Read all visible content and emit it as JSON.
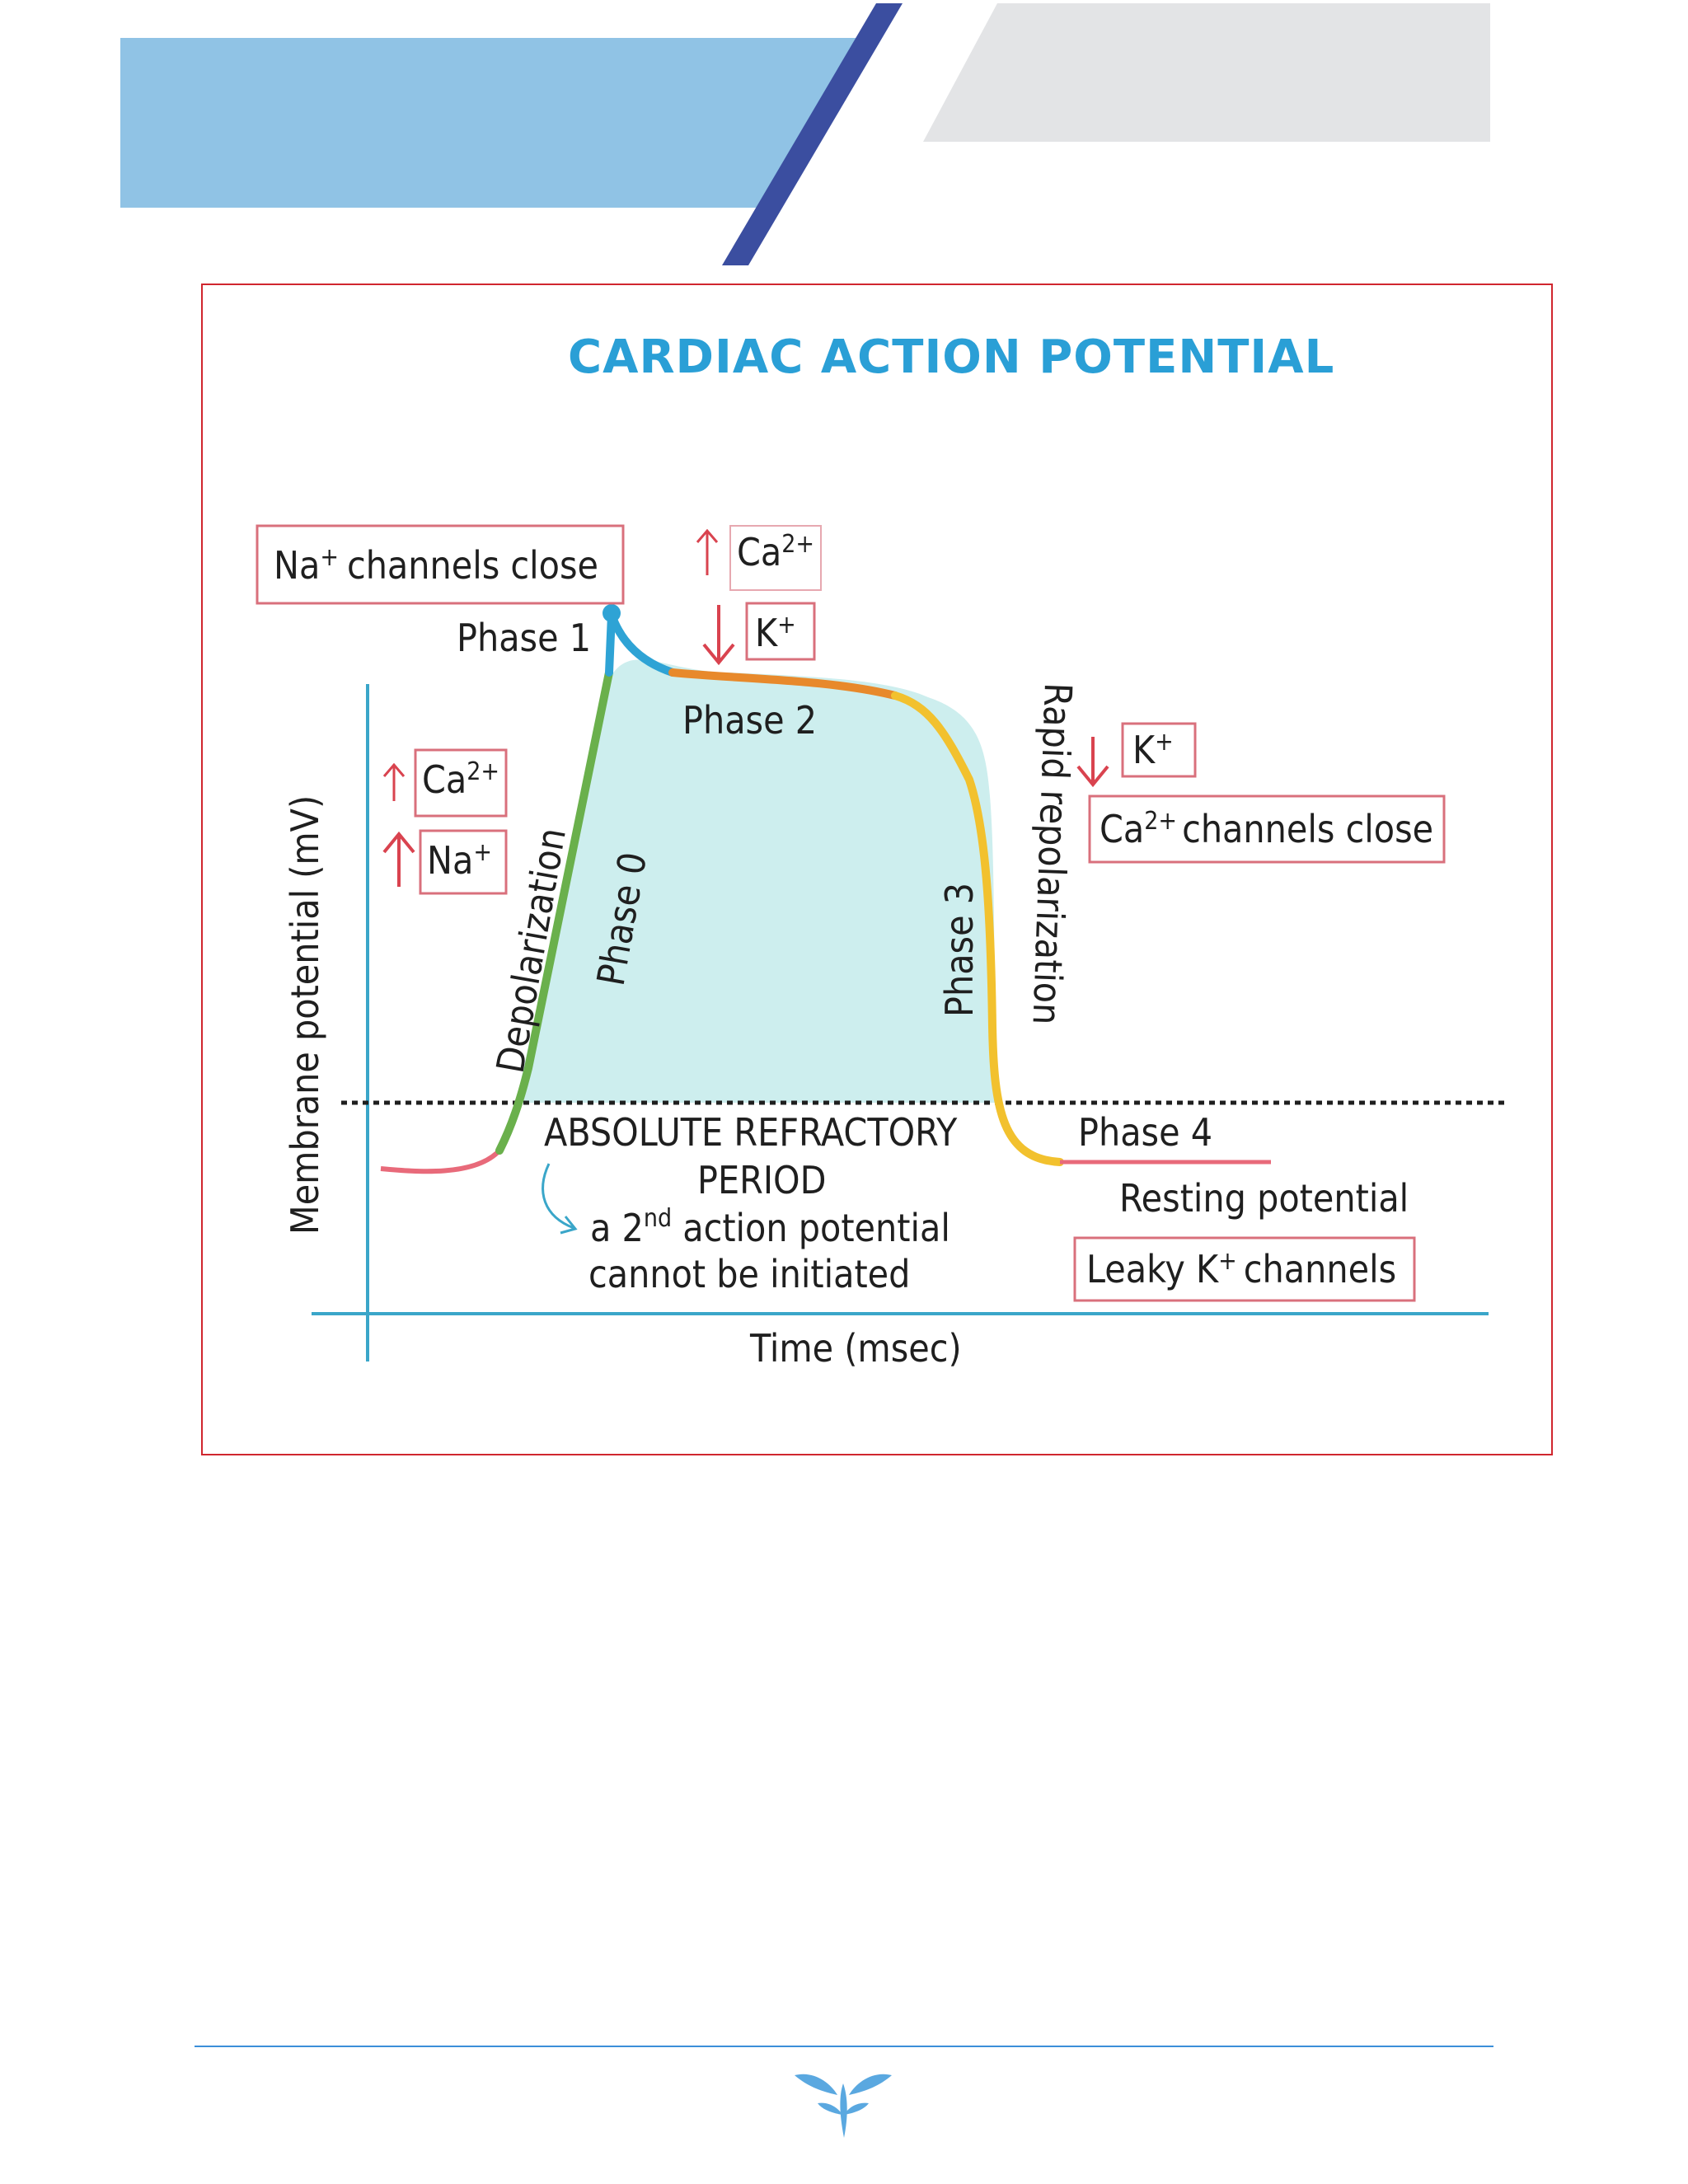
{
  "title": "CARDIAC ACTION POTENTIAL",
  "axes": {
    "y_label": "Membrane potential (mV)",
    "x_label": "Time (msec)"
  },
  "phases": {
    "phase0": "Phase 0",
    "phase1": "Phase 1",
    "phase2": "Phase 2",
    "phase3": "Phase 3",
    "phase4": "Phase 4"
  },
  "process_labels": {
    "depolarization": "Depolarization",
    "rapid_repolarization": "Rapid repolarization"
  },
  "boxes": {
    "na_channels_close": {
      "ion": "Na",
      "charge": "+",
      "text": "channels close"
    },
    "ca_channels_close": {
      "ion": "Ca",
      "charge": "2+",
      "text": "channels close"
    },
    "leaky_k": {
      "prefix": "Leaky K",
      "charge": "+",
      "text": "channels"
    }
  },
  "ion_changes": {
    "phase0_ca": {
      "direction": "up",
      "ion": "Ca",
      "charge": "2+"
    },
    "phase0_na": {
      "direction": "up",
      "ion": "Na",
      "charge": "+"
    },
    "phase2_ca": {
      "direction": "up",
      "ion": "Ca",
      "charge": "2+"
    },
    "phase2_k": {
      "direction": "down",
      "ion": "K",
      "charge": "+"
    },
    "phase3_k": {
      "direction": "down",
      "ion": "K",
      "charge": "+"
    }
  },
  "refractory": {
    "line1": "ABSOLUTE REFRACTORY",
    "line2": "PERIOD",
    "line3_pre": "a 2",
    "line3_sup": "nd",
    "line3_post": " action potential",
    "line4": "cannot be initiated"
  },
  "resting_potential": "Resting potential",
  "colors": {
    "phase0": "#6ab04c",
    "phase1": "#2ea3d5",
    "phase2": "#e8892b",
    "phase3": "#f2c12e",
    "phase4": "#e86a7a",
    "plateau_fill": "#cdeeee",
    "axis": "#3aa6c9",
    "box_border": "#d9707c",
    "arrow": "#d9434f",
    "title": "#2a9fd6",
    "header_blue": "#90c3e5",
    "header_slash": "#3b4ea0",
    "header_gray": "#e3e4e6",
    "frame": "#d0262e"
  }
}
